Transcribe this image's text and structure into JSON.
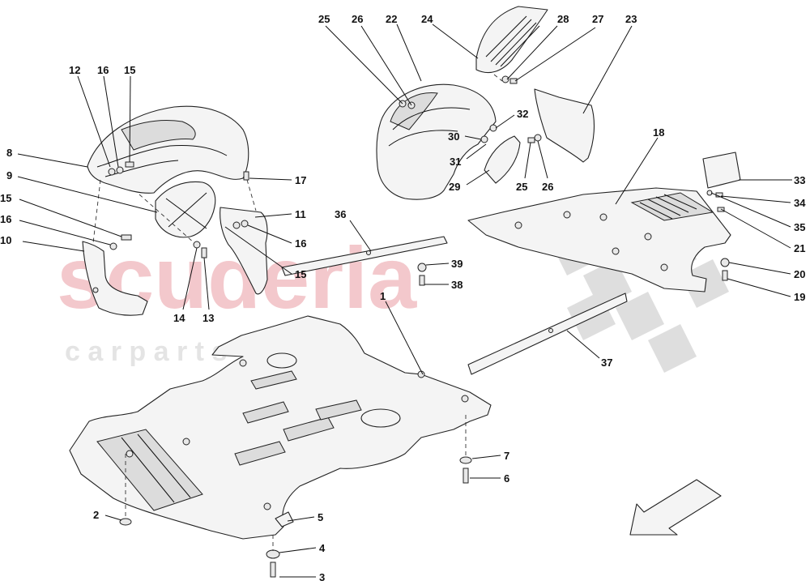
{
  "watermark": {
    "brand": "scuderia",
    "sub": "c a r p a r t s",
    "color": "#f3c8cc",
    "sub_color": "#e4e4e4",
    "flag_color": "#dedede"
  },
  "callouts": [
    {
      "id": "1",
      "label": "1"
    },
    {
      "id": "2",
      "label": "2"
    },
    {
      "id": "3",
      "label": "3"
    },
    {
      "id": "4",
      "label": "4"
    },
    {
      "id": "5",
      "label": "5"
    },
    {
      "id": "6",
      "label": "6"
    },
    {
      "id": "7",
      "label": "7"
    },
    {
      "id": "8",
      "label": "8"
    },
    {
      "id": "9",
      "label": "9"
    },
    {
      "id": "10",
      "label": "10"
    },
    {
      "id": "11",
      "label": "11"
    },
    {
      "id": "12",
      "label": "12"
    },
    {
      "id": "13",
      "label": "13"
    },
    {
      "id": "14",
      "label": "14"
    },
    {
      "id": "15a",
      "label": "15"
    },
    {
      "id": "15b",
      "label": "15"
    },
    {
      "id": "15c",
      "label": "15"
    },
    {
      "id": "16a",
      "label": "16"
    },
    {
      "id": "16b",
      "label": "16"
    },
    {
      "id": "16c",
      "label": "16"
    },
    {
      "id": "17",
      "label": "17"
    },
    {
      "id": "18",
      "label": "18"
    },
    {
      "id": "19",
      "label": "19"
    },
    {
      "id": "20",
      "label": "20"
    },
    {
      "id": "21",
      "label": "21"
    },
    {
      "id": "22",
      "label": "22"
    },
    {
      "id": "23",
      "label": "23"
    },
    {
      "id": "24",
      "label": "24"
    },
    {
      "id": "25a",
      "label": "25"
    },
    {
      "id": "25b",
      "label": "25"
    },
    {
      "id": "26a",
      "label": "26"
    },
    {
      "id": "26b",
      "label": "26"
    },
    {
      "id": "27",
      "label": "27"
    },
    {
      "id": "28",
      "label": "28"
    },
    {
      "id": "29",
      "label": "29"
    },
    {
      "id": "30",
      "label": "30"
    },
    {
      "id": "31",
      "label": "31"
    },
    {
      "id": "32",
      "label": "32"
    },
    {
      "id": "33",
      "label": "33"
    },
    {
      "id": "34",
      "label": "34"
    },
    {
      "id": "35",
      "label": "35"
    },
    {
      "id": "36",
      "label": "36"
    },
    {
      "id": "37",
      "label": "37"
    },
    {
      "id": "38",
      "label": "38"
    },
    {
      "id": "39",
      "label": "39"
    }
  ]
}
